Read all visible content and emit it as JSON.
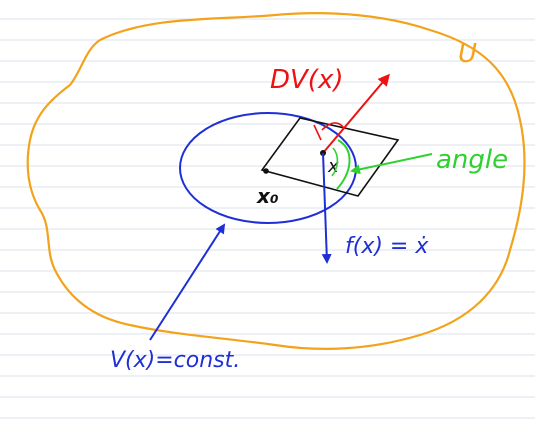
{
  "labels": {
    "region": "U",
    "gradient": "DV(x)",
    "point": "x",
    "equilibrium": "x₀",
    "angle": "angle",
    "vector_field": "f(x) = ẋ",
    "level_set": "V(x)=const."
  },
  "colors": {
    "paper": "#ffffff",
    "ruled_line": "#dbe3ee",
    "region_outline": "#f2a31b",
    "level_set": "#1f2fd6",
    "gradient": "#ee1111",
    "angle": "#2fd12f",
    "ink": "#111111"
  }
}
